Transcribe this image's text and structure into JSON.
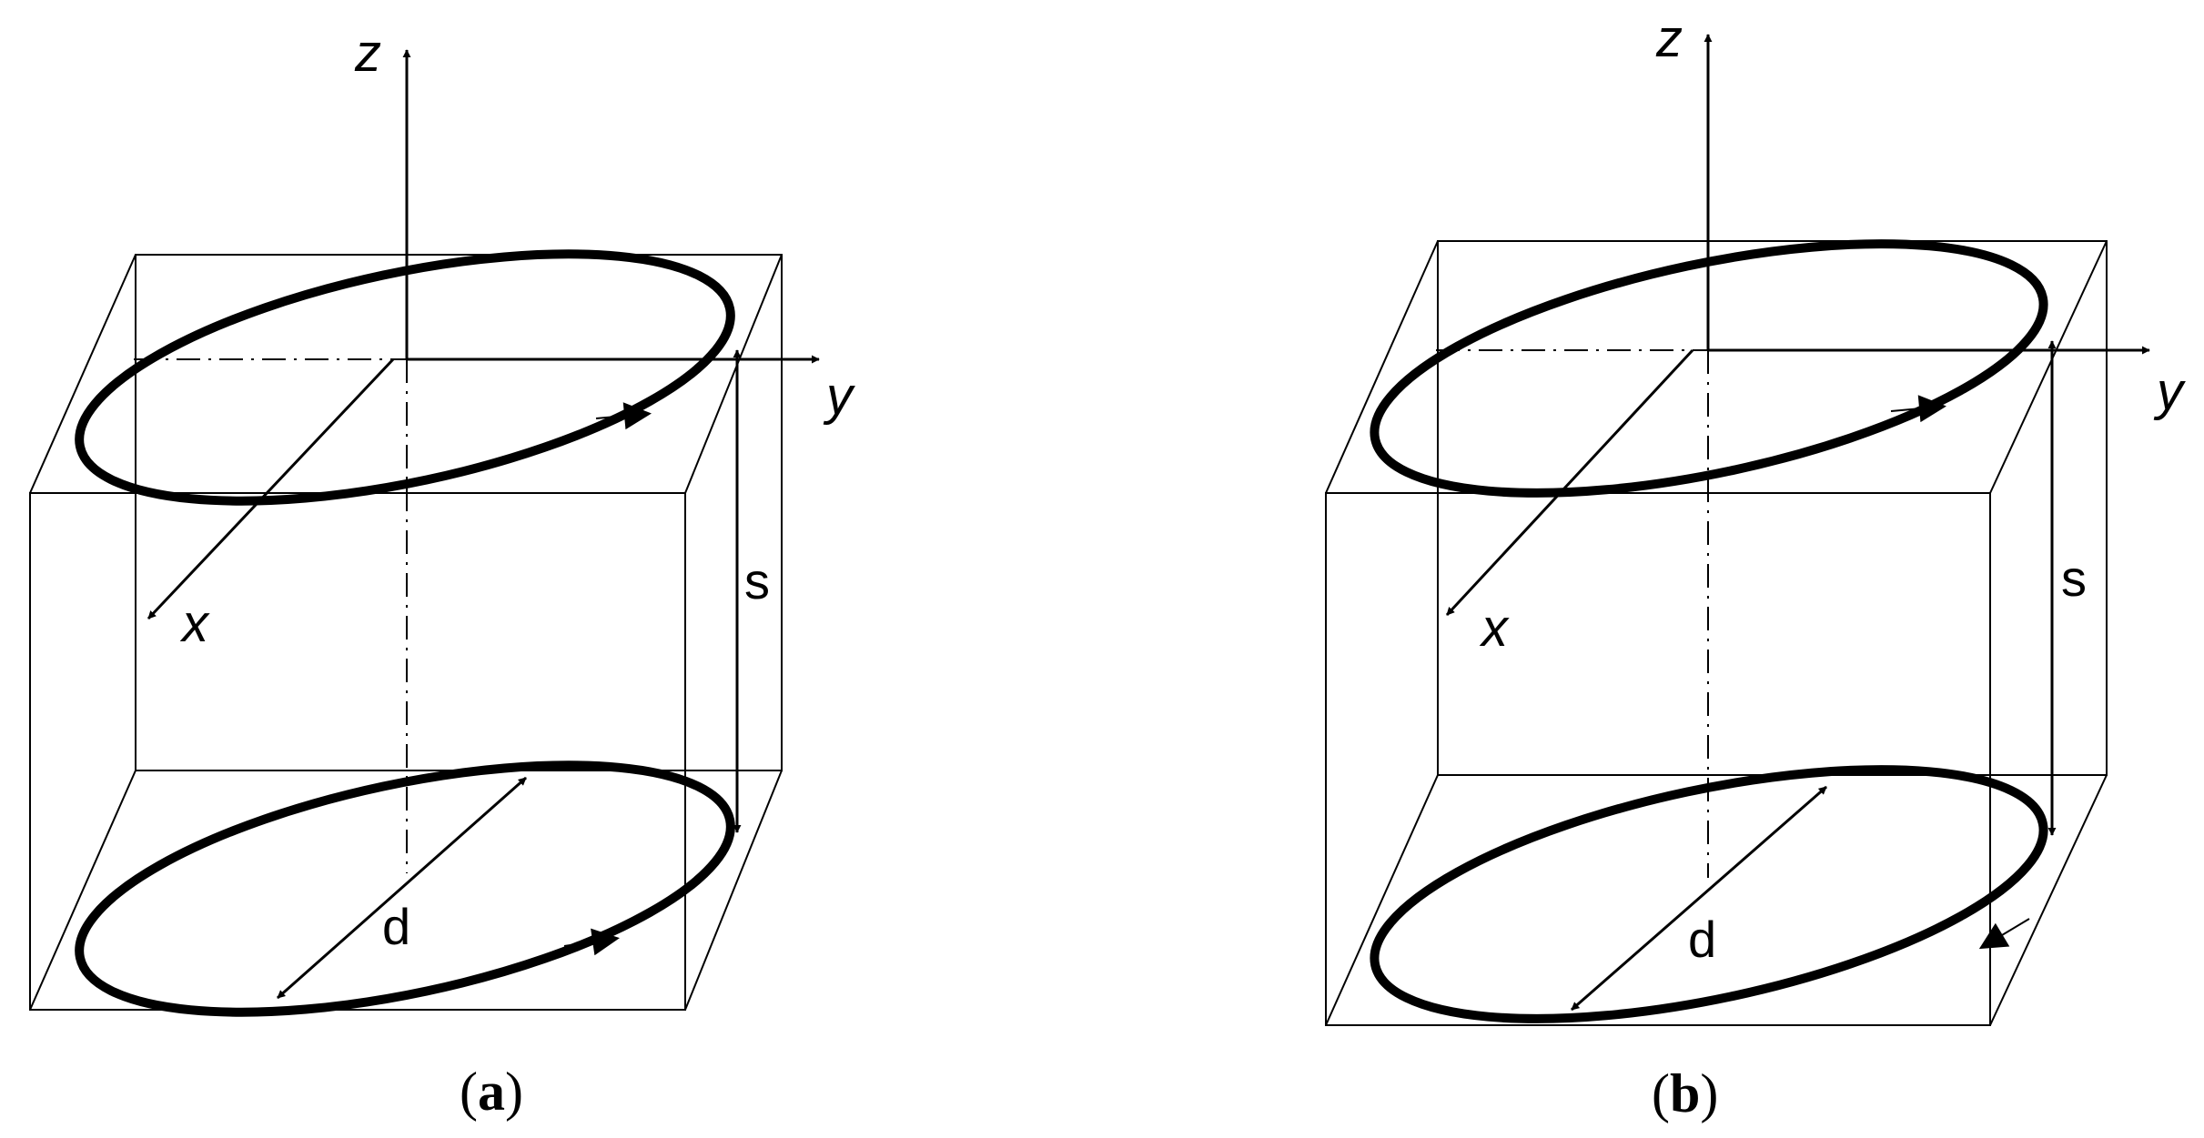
{
  "panels": [
    {
      "id": "a",
      "caption": {
        "open": "(",
        "letter": "a",
        "close": ")"
      },
      "axes": {
        "z": "z",
        "y": "y",
        "x": "x"
      },
      "dimensions": {
        "separation": "s",
        "diameter": "d"
      },
      "bottom_loop_direction": "same"
    },
    {
      "id": "b",
      "caption": {
        "open": "(",
        "letter": "b",
        "close": ")"
      },
      "axes": {
        "z": "z",
        "y": "y",
        "x": "x"
      },
      "dimensions": {
        "separation": "s",
        "diameter": "d"
      },
      "bottom_loop_direction": "opposite"
    }
  ]
}
